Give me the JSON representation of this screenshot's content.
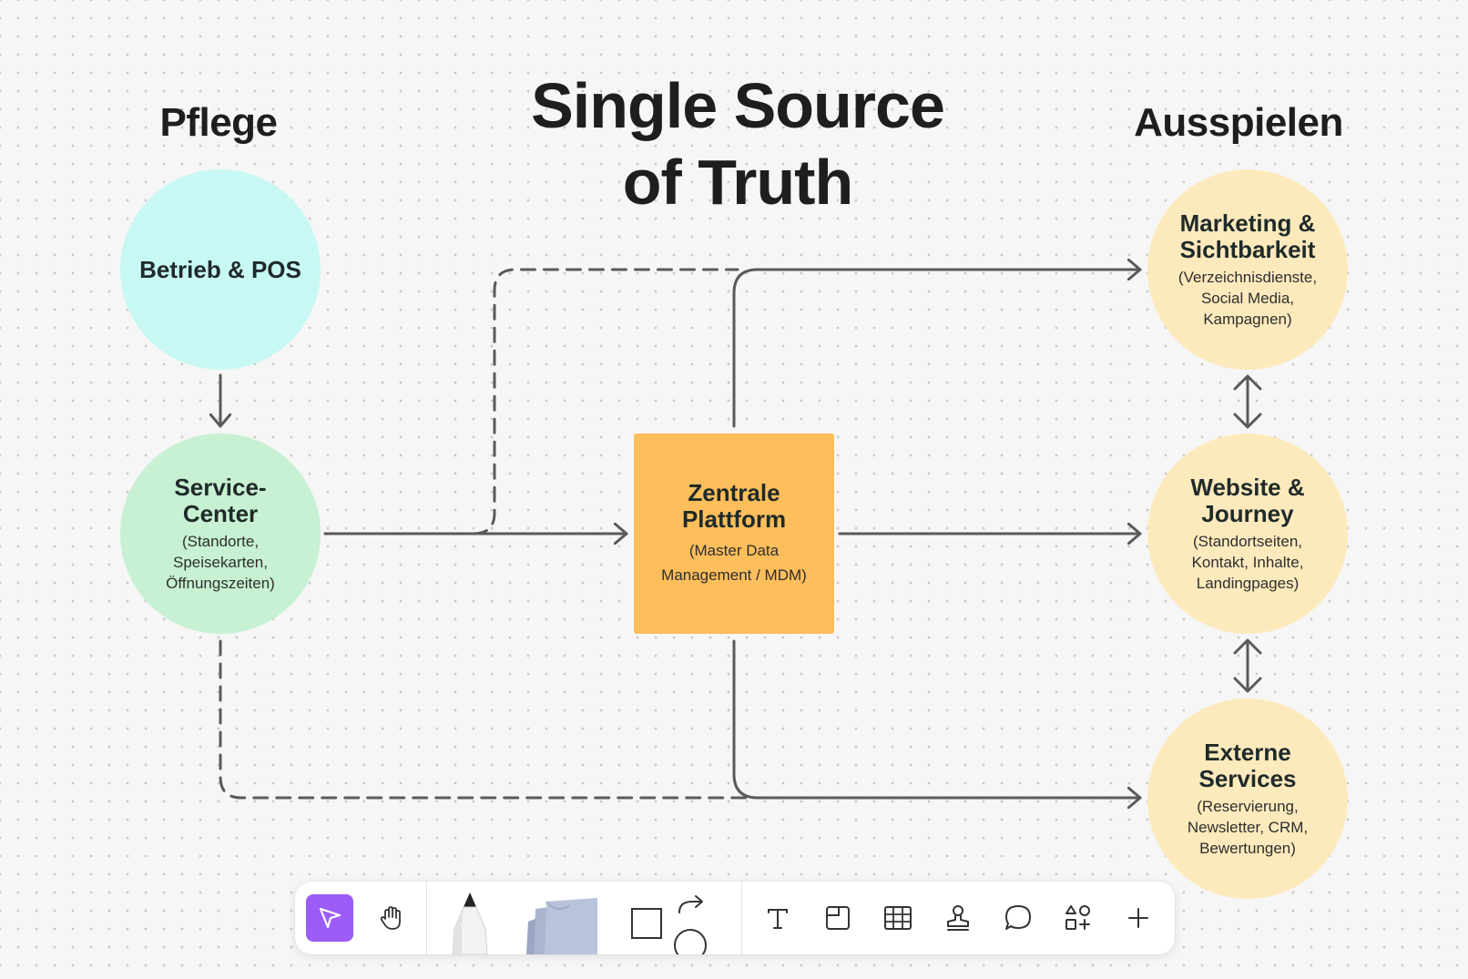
{
  "headings": {
    "left": "Pflege",
    "center": "Single Source\nof Truth",
    "right": "Ausspielen"
  },
  "nodes": {
    "betrieb": {
      "title": "Betrieb & POS"
    },
    "service": {
      "title": "Service-\nCenter",
      "subtitle": "(Standorte,\nSpeisekarten,\nÖffnungszeiten)"
    },
    "zentral": {
      "title": "Zentrale\nPlattform",
      "subtitle": "(Master Data\nManagement / MDM)"
    },
    "marketing": {
      "title": "Marketing &\nSichtbarkeit",
      "subtitle": "(Verzeichnisdienste,\nSocial Media,\nKampagnen)"
    },
    "website": {
      "title": "Website &\nJourney",
      "subtitle": "(Standortseiten,\nKontakt, Inhalte,\nLandingpages)"
    },
    "extern": {
      "title": "Externe\nServices",
      "subtitle": "(Reservierung,\nNewsletter, CRM,\nBewertungen)"
    }
  },
  "colors": {
    "betrieb": "#c8f8f3",
    "service": "#c7f1d2",
    "zentral": "#fdbe5b",
    "output": "#fdeabc",
    "connector": "#5a5a5a",
    "active_tool": "#9d5cf7"
  },
  "toolbar": {
    "active_tool": "select",
    "tools": [
      "select",
      "hand",
      "pen",
      "sticky-note",
      "shapes",
      "text",
      "frame",
      "table",
      "stamp",
      "comment",
      "components",
      "add"
    ]
  }
}
